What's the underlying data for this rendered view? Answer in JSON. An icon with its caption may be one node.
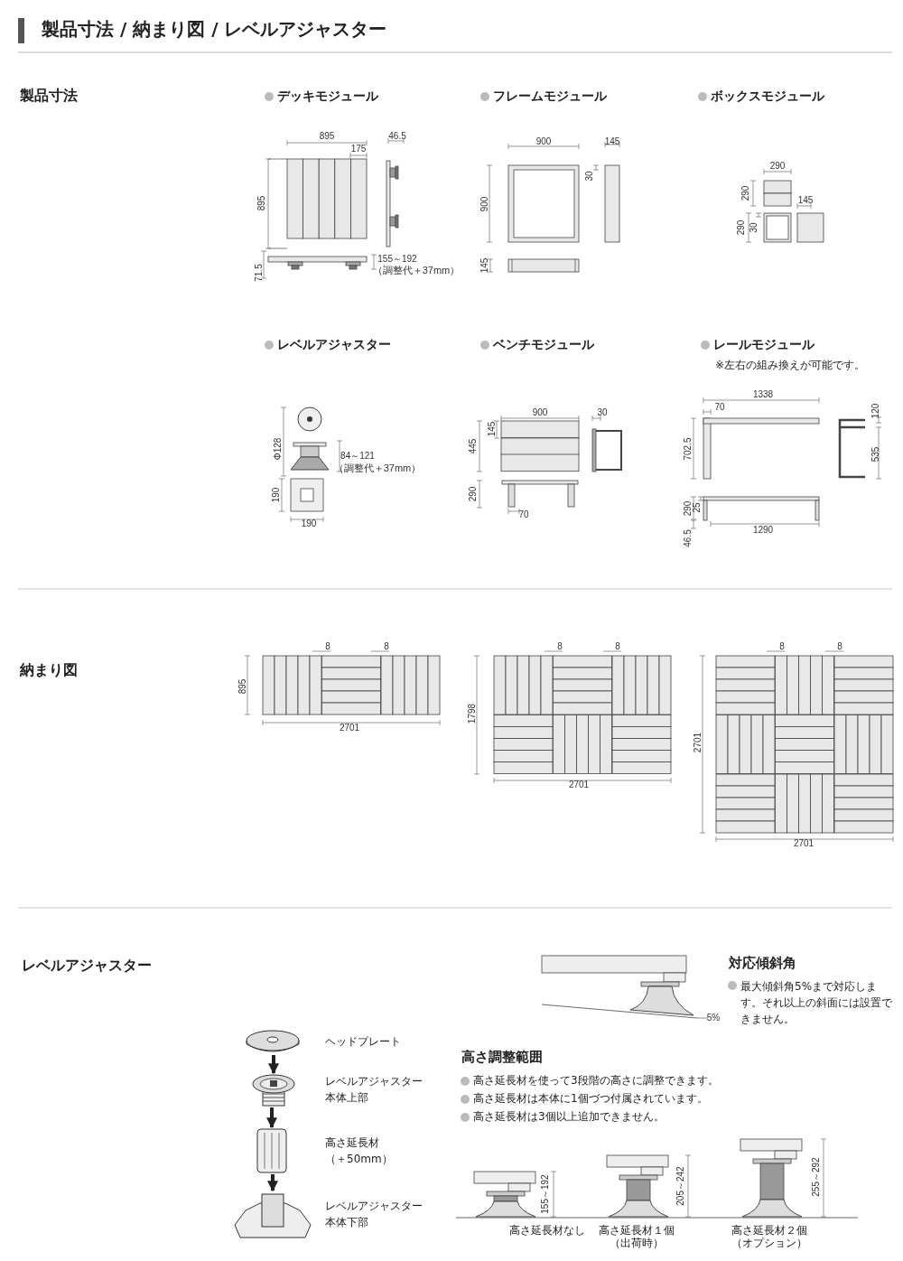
{
  "diagram": {
    "title": "製品寸法 / 納まり図 / レベルアジャスター",
    "nodes": [
      {
        "text": [],
        "shape": "picture",
        "beside": [
          "ヘッドプレート"
        ]
      },
      {
        "text": [],
        "shape": "picture",
        "beside": [
          "レベルアジャスター本体上部"
        ]
      },
      {
        "text": [],
        "shape": "picture",
        "beside": [
          "高さ延長材（＋50mm）"
        ]
      },
      {
        "text": [],
        "shape": "picture",
        "beside": [
          "レベルアジャスター本体下部"
        ]
      }
    ],
    "edges": [
      {
        "from": 0,
        "to": 1,
        "arrow": "to"
      },
      {
        "from": 1,
        "to": 2,
        "arrow": "to"
      },
      {
        "from": 2,
        "to": 3,
        "arrow": "to"
      }
    ],
    "labels": [
      "製品寸法",
      "デッキモジュール",
      "フレームモジュール",
      "ボックスモジュール",
      "895",
      "46.5",
      "175",
      "895",
      "155～192",
      "（調整代＋37mm）",
      "71.5",
      "900",
      "145",
      "30",
      "900",
      "145",
      "290",
      "290",
      "145",
      "290",
      "30",
      "レベルアジャスター",
      "ベンチモジュール",
      "レールモジュール",
      "※左右の組み換えが可能です。",
      "Φ128",
      "84～121",
      "（調整代＋37mm）",
      "190",
      "190",
      "900",
      "30",
      "445",
      "145",
      "290",
      "70",
      "1338",
      "70",
      "120",
      "702.5",
      "535",
      "290",
      "25",
      "1290",
      "46.5",
      "納まり図",
      "8",
      "8",
      "895",
      "2701",
      "8",
      "8",
      "1798",
      "2701",
      "8",
      "8",
      "2701",
      "2701",
      "レベルアジャスター",
      "対応傾斜角",
      "最大傾斜角5%まで対応します。それ以上の斜面には設置できません。",
      "5%",
      "高さ調整範囲",
      "高さ延長材を使って3段階の高さに調整できます。",
      "高さ延長材は本体に1個づつ付属されています。",
      "高さ延長材は3個以上追加できません。",
      "155～192",
      "205～242",
      "255～292",
      "高さ延長材なし",
      "高さ延長材１個（出荷時）",
      "高さ延長材２個（オプション）"
    ]
  }
}
